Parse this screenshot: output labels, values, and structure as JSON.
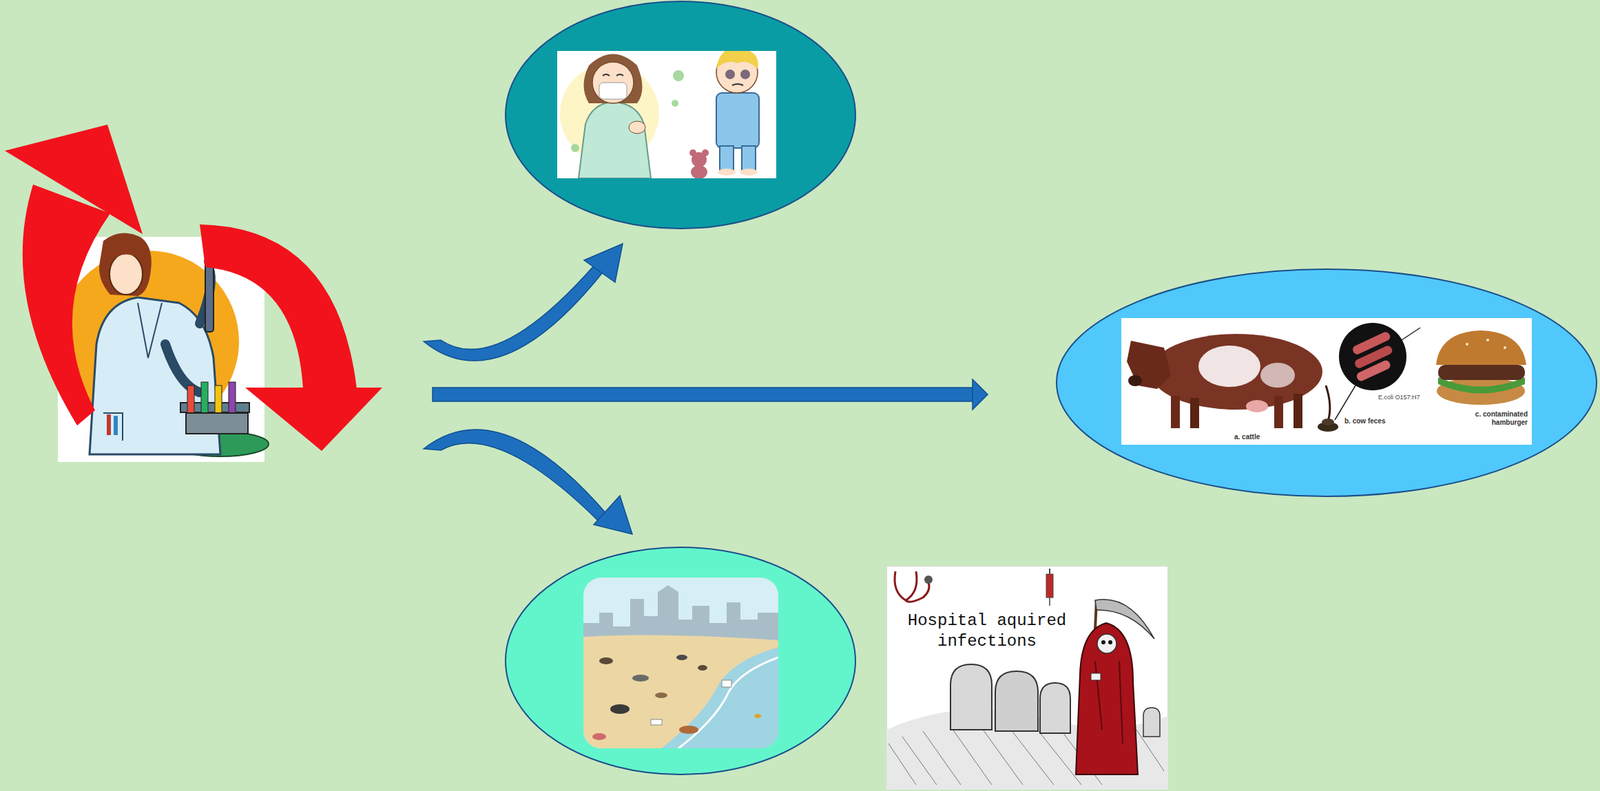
{
  "diagram": {
    "nodes": [
      {
        "text": [
          "a. cattle",
          "E.coli O157:H7",
          "b. cow feces",
          "c. contaminated hamburger"
        ]
      },
      {
        "text": [
          "Hospital aquired infections"
        ]
      }
    ]
  }
}
